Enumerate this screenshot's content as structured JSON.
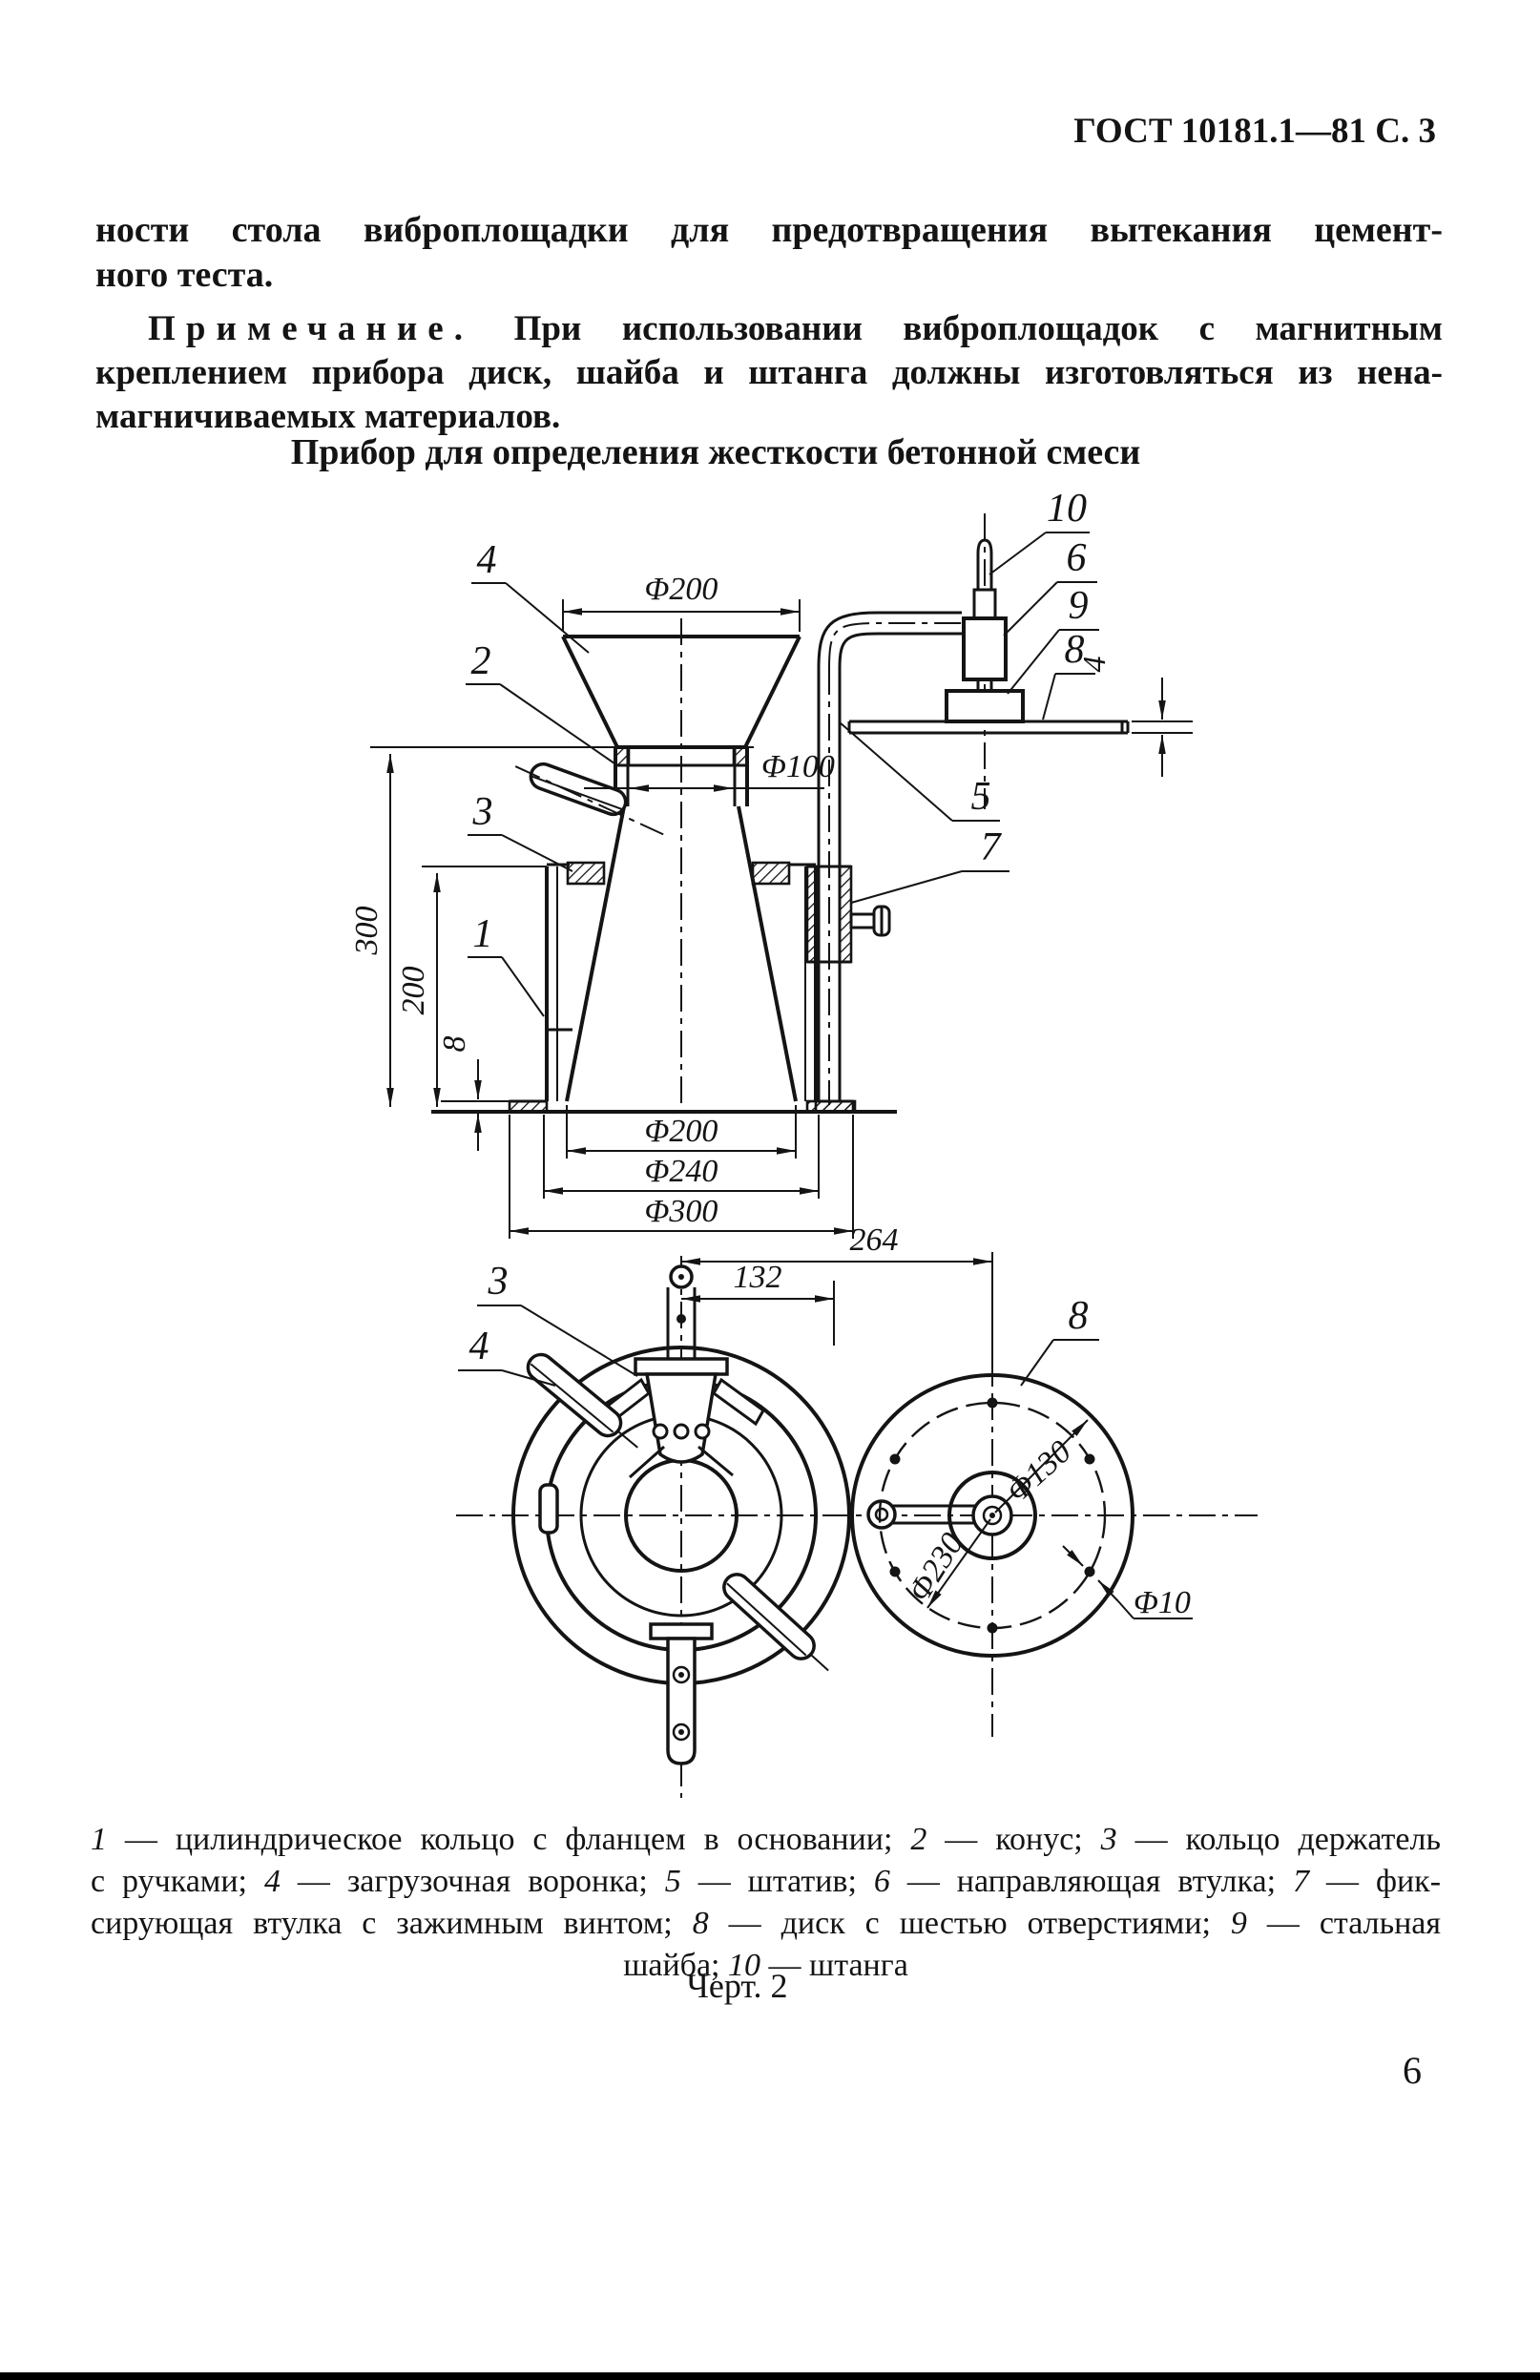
{
  "page": {
    "header": "ГОСТ 10181.1—81 С. 3",
    "number": "6"
  },
  "intro": {
    "line1": "ности стола виброплощадки для предотвращения вытекания цемент-",
    "line2": "ного теста."
  },
  "note": {
    "label": "Примечание.",
    "line1_rest": "При использовании виброплощадок с магнитным",
    "line2": "креплением прибора диск, шайба и штанга должны изготовляться из нена-",
    "line3": "магничиваемых материалов."
  },
  "figure": {
    "title": "Прибор для определения жесткости бетонной смеси",
    "caption": "Черт. 2",
    "legend": {
      "line1": "1 — цилиндрическое кольцо с фланцем в основании; 2 — конус; 3 — кольцо держатель",
      "line2": "с ручками; 4 — загрузочная воронка; 5 — штатив; 6 — направляющая втулка; 7 — фик-",
      "line3": "сирующая втулка с зажимным винтом; 8 — диск с шестью отверстиями; 9 — стальная",
      "line4": "шайба; 10 — штанга"
    },
    "labels": {
      "n1": "1",
      "n2": "2",
      "n3": "3",
      "n4": "4",
      "n5": "5",
      "n6": "6",
      "n7": "7",
      "n8": "8",
      "n9": "9",
      "n10": "10"
    },
    "dims": {
      "top_diameter": "Φ200",
      "neck_diameter": "Φ100",
      "height_total": "300",
      "height_ring": "200",
      "flange_height": "8",
      "base_d1": "Φ200",
      "base_d2": "Φ240",
      "base_d3": "Φ300",
      "span_264": "264",
      "span_132": "132",
      "disc_bolt_circle": "Φ130",
      "disc_diameter": "Φ230",
      "hole_diameter": "Φ10",
      "disc_thickness": "4"
    }
  }
}
